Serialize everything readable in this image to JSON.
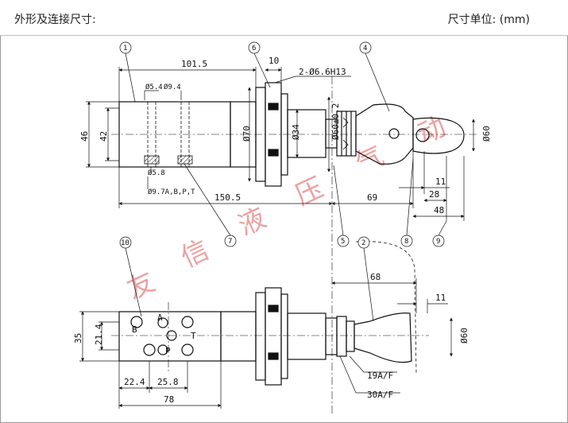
{
  "header": {
    "title": "外形及连接尺寸:",
    "unit": "尺寸单位: (mm)"
  },
  "watermark": [
    "友",
    "信",
    "液",
    "压",
    "气",
    "动"
  ],
  "top_view": {
    "dims": {
      "d101_5": "101.5",
      "d10": "10",
      "hole_spec": "2-Ø6.6H13",
      "d46": "46",
      "d42": "42",
      "d5_4": "Ø5.4",
      "d9_4": "Ø9.4",
      "d5_8": "Ø5.8",
      "d9_7": "Ø9.7A,B,P,T",
      "d70": "Ø70",
      "d34": "Ø34",
      "d60_02": "Ø60±0.2",
      "d60": "Ø60",
      "d150_5": "150.5",
      "d69": "69",
      "d11": "11",
      "d28": "28",
      "d48": "48"
    },
    "callouts": [
      "1",
      "6",
      "4",
      "7",
      "5",
      "8",
      "9"
    ]
  },
  "bottom_view": {
    "dims": {
      "d68": "68",
      "d11": "11",
      "d35": "35",
      "d21_4": "21.4",
      "d60": "Ø60",
      "d22_4": "22.4",
      "d25_8": "25.8",
      "d78": "78",
      "af19": "19A/F",
      "af30": "30A/F"
    },
    "port_labels": [
      "A",
      "B",
      "T",
      "P"
    ],
    "callouts": [
      "10",
      "2"
    ]
  },
  "colors": {
    "line": "#111111",
    "watermark": "#dd5555",
    "border": "#9a9a9a"
  }
}
